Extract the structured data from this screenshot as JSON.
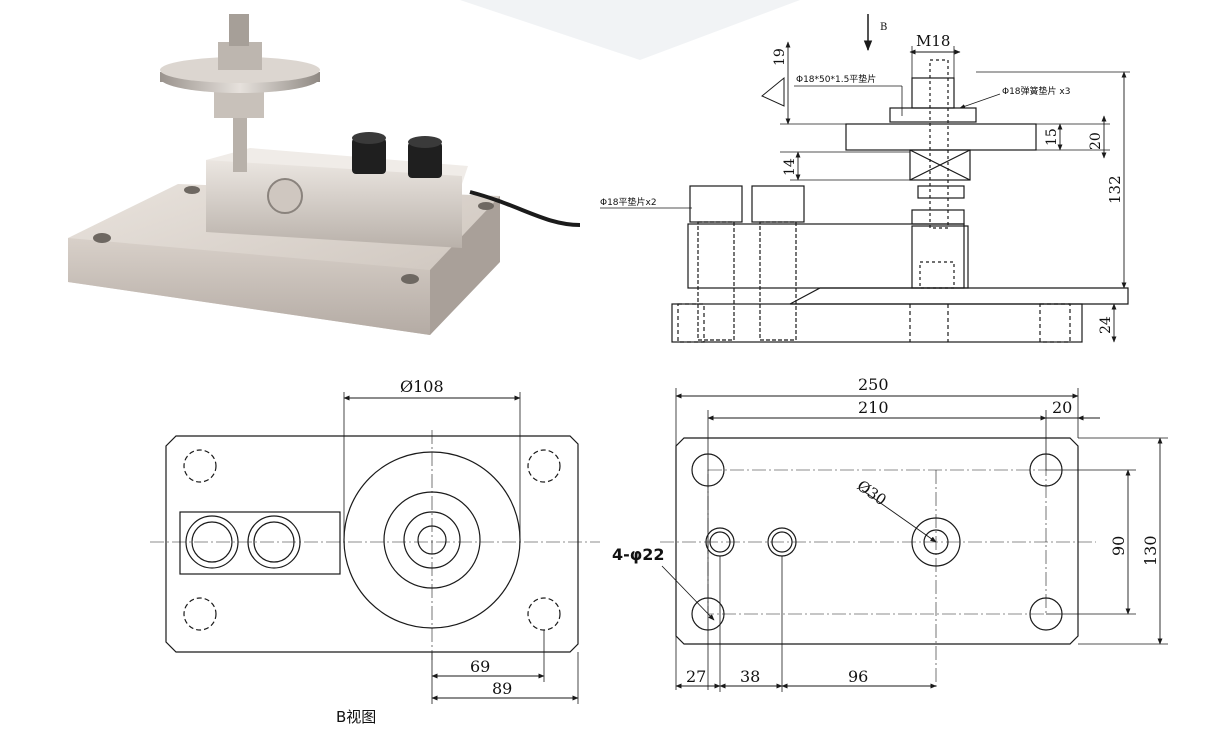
{
  "colors": {
    "line": "#1a1a1a",
    "metal_light": "#e3ddd7",
    "metal_mid": "#c9c1ba",
    "metal_dark": "#8e8780",
    "bg_band": "#f1f3f5"
  },
  "photo": {
    "icon": "load-cell-mount-photo"
  },
  "side_view": {
    "b_arrow_label": "B",
    "thread_label": "M18",
    "dim_19": "19",
    "washer_note": "Φ18*50*1.5平垫片",
    "spring_washer_note": "Φ18弹簧垫片 x3",
    "flat_washer_note": "Φ18平垫片x2",
    "dim_15": "15",
    "dim_20": "20",
    "dim_14": "14",
    "dim_132": "132",
    "dim_24": "24"
  },
  "b_view": {
    "dim_diameter": "Ø108",
    "dim_69": "69",
    "dim_89": "89",
    "caption": "B视图"
  },
  "base_view": {
    "dim_250": "250",
    "dim_210": "210",
    "dim_20": "20",
    "dim_diameter": "Ø30",
    "hole_note": "4-φ22",
    "dim_90": "90",
    "dim_130": "130",
    "dim_27": "27",
    "dim_38": "38",
    "dim_96": "96"
  }
}
